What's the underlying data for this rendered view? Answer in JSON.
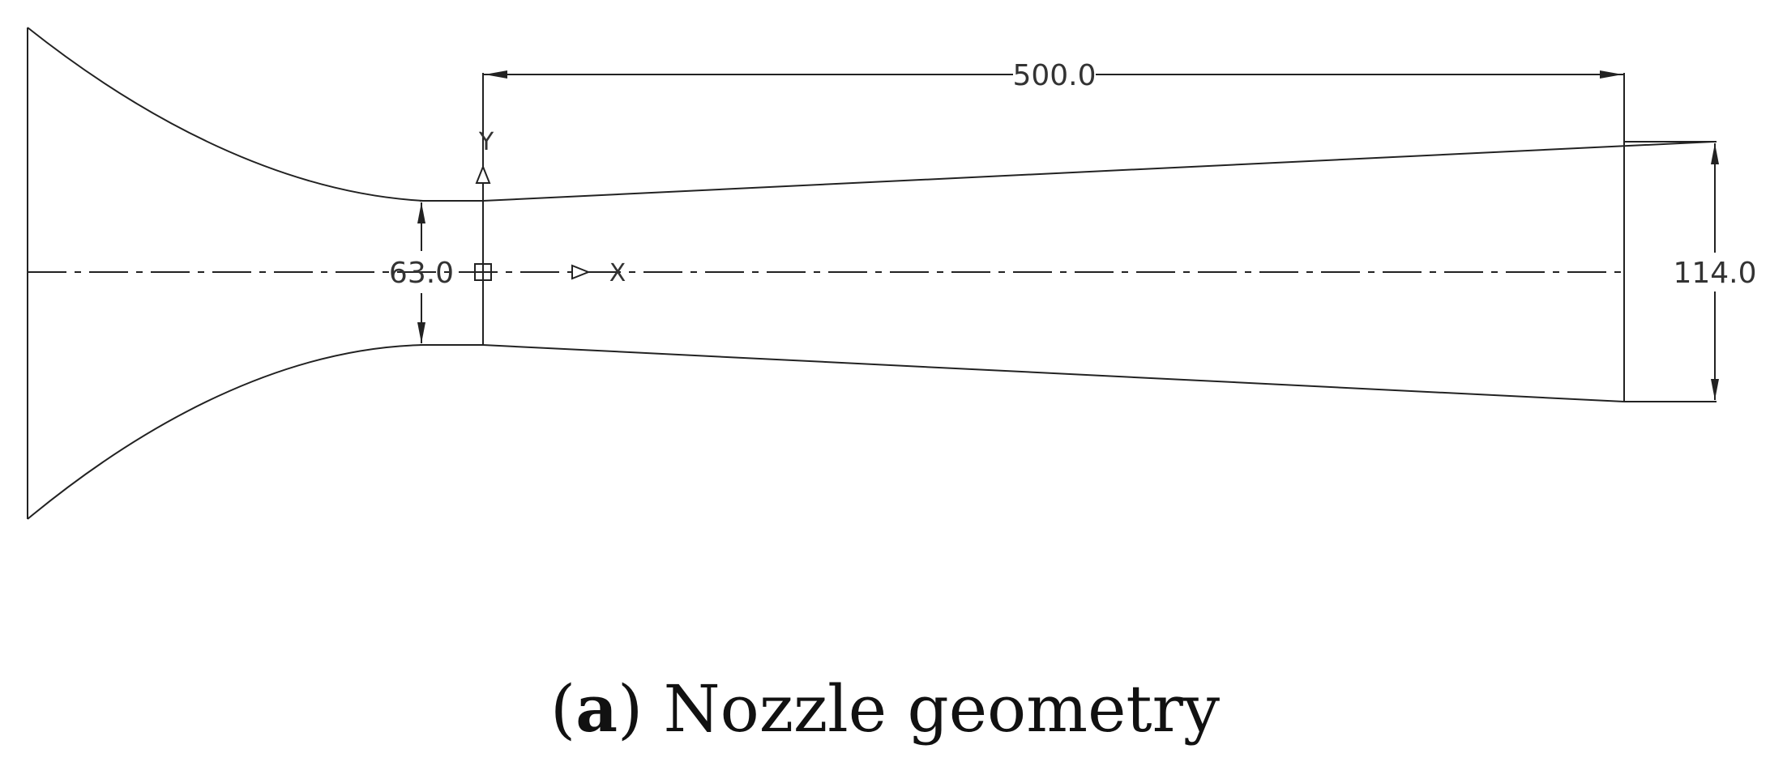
{
  "figure": {
    "dimensions": {
      "length": "500.0",
      "throat_diameter": "63.0",
      "exit_diameter": "114.0"
    },
    "axes": {
      "y_label": "Y",
      "x_label": "X"
    },
    "caption": {
      "open_paren": "(",
      "letter": "a",
      "close_paren": ")",
      "text": " Nozzle geometry"
    }
  }
}
